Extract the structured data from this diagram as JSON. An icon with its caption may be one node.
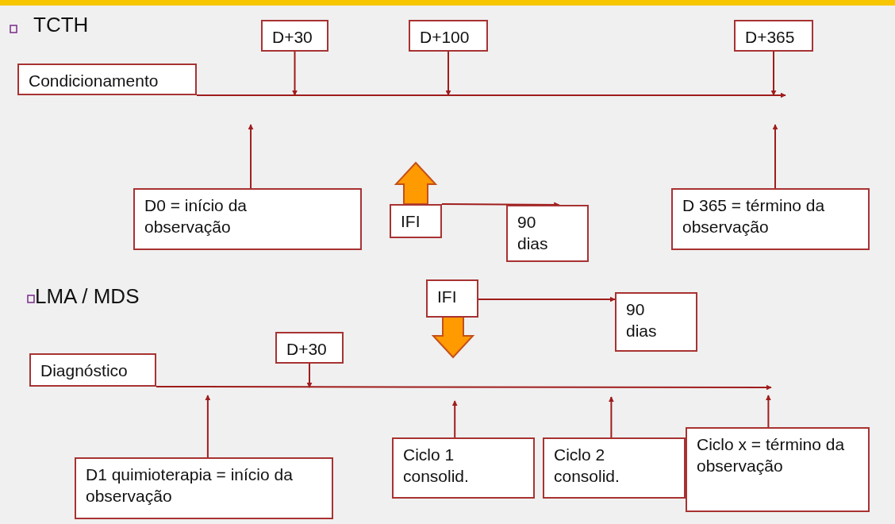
{
  "diagram": {
    "nodes": [
      {
        "text": [
          "Condicionamento"
        ]
      },
      {
        "text": [
          "D+30"
        ]
      },
      {
        "text": [
          "D+100"
        ]
      },
      {
        "text": [
          "D+365"
        ]
      },
      {
        "text": [
          "D0 = início da observação"
        ]
      },
      {
        "text": [
          "IFI"
        ]
      },
      {
        "text": [
          "90 dias"
        ]
      },
      {
        "text": [
          "D 365 = término da observação"
        ]
      },
      {
        "text": [
          "IFI"
        ]
      },
      {
        "text": [
          "90 dias"
        ]
      },
      {
        "text": [
          "D+30"
        ]
      },
      {
        "text": [
          "Diagnóstico"
        ]
      },
      {
        "text": [
          "D1 quimioterapia = início da observação"
        ]
      },
      {
        "text": [
          "Ciclo 1 consolid."
        ]
      },
      {
        "text": [
          "Ciclo 2 consolid."
        ]
      },
      {
        "text": [
          "Ciclo x = término da observação"
        ]
      }
    ],
    "edges": [
      {
        "from": 0,
        "to": null,
        "arrow": "to"
      },
      {
        "from": 1,
        "to": null,
        "arrow": "to"
      },
      {
        "from": 2,
        "to": null,
        "arrow": "to"
      },
      {
        "from": 3,
        "to": null,
        "arrow": "to"
      },
      {
        "from": 4,
        "to": null,
        "arrow": "to"
      },
      {
        "from": 7,
        "to": null,
        "arrow": "to"
      },
      {
        "from": 5,
        "to": 6,
        "arrow": "to"
      },
      {
        "from": 8,
        "to": 9,
        "arrow": "to"
      },
      {
        "from": 11,
        "to": null,
        "arrow": "to"
      },
      {
        "from": 10,
        "to": null,
        "arrow": "to"
      },
      {
        "from": 12,
        "to": null,
        "arrow": "to"
      },
      {
        "from": 13,
        "to": null,
        "arrow": "to"
      },
      {
        "from": 14,
        "to": null,
        "arrow": "to"
      },
      {
        "from": 15,
        "to": null,
        "arrow": "to"
      }
    ],
    "labels": [
      "TCTH",
      "LMA / MDS"
    ]
  }
}
